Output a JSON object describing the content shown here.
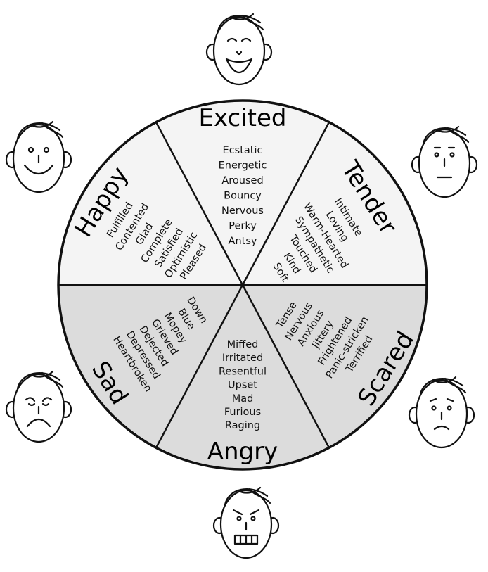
{
  "wheel": {
    "colors": {
      "upper": "#f4f4f4",
      "lower": "#dcdcdc",
      "line": "#111111"
    },
    "segments": [
      {
        "title": "Excited",
        "words": [
          "Ecstatic",
          "Energetic",
          "Aroused",
          "Bouncy",
          "Nervous",
          "Perky",
          "Antsy"
        ],
        "face": "laughing-face"
      },
      {
        "title": "Tender",
        "words": [
          "Intimate",
          "Loving",
          "Warm-Hearted",
          "Sympathetic",
          "Touched",
          "Kind",
          "Soft"
        ],
        "face": "calm-face"
      },
      {
        "title": "Scared",
        "words": [
          "Tense",
          "Nervous",
          "Anxious",
          "Jittery",
          "Frightened",
          "Panic-stricken",
          "Terrified"
        ],
        "face": "worried-face"
      },
      {
        "title": "Angry",
        "words": [
          "Miffed",
          "Irritated",
          "Resentful",
          "Upset",
          "Mad",
          "Furious",
          "Raging"
        ],
        "face": "angry-face"
      },
      {
        "title": "Sad",
        "words": [
          "Down",
          "Blue",
          "Mopey",
          "Grieved",
          "Dejected",
          "Depressed",
          "Heartbroken"
        ],
        "face": "crying-face"
      },
      {
        "title": "Happy",
        "words": [
          "Fulfilled",
          "Contented",
          "Glad",
          "Complete",
          "Satisfied",
          "Optimistic",
          "Pleased"
        ],
        "face": "smiling-face"
      }
    ]
  }
}
